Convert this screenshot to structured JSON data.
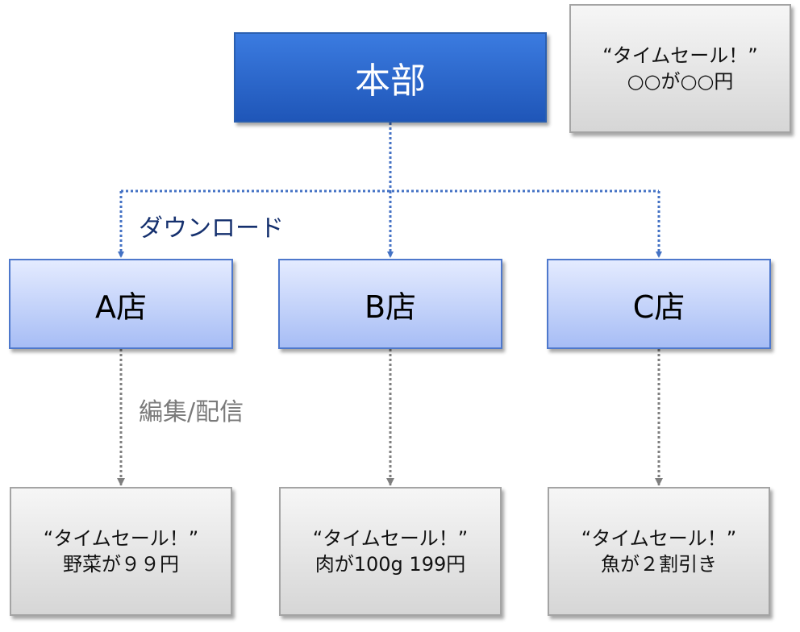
{
  "hq": {
    "label": "本部"
  },
  "labels": {
    "download": "ダウンロード",
    "edit_distribute": "編集/配信"
  },
  "stores": [
    {
      "label": "A店",
      "sale_title": "“タイムセール！”",
      "sale_text": "野菜が９９円"
    },
    {
      "label": "B店",
      "sale_title": "“タイムセール！”",
      "sale_text": "肉が100g 199円"
    },
    {
      "label": "C店",
      "sale_title": "“タイムセール！”",
      "sale_text": "魚が２割引き"
    }
  ],
  "template": {
    "title": "“タイムセール！”",
    "text": "○○が○○円"
  },
  "colors": {
    "hq_fill": "#2a63c9",
    "store_fill": "#bccdfa",
    "sale_fill": "#e8e8e8",
    "download_arrow": "#4472c4",
    "edit_arrow": "#7f7f7f"
  }
}
